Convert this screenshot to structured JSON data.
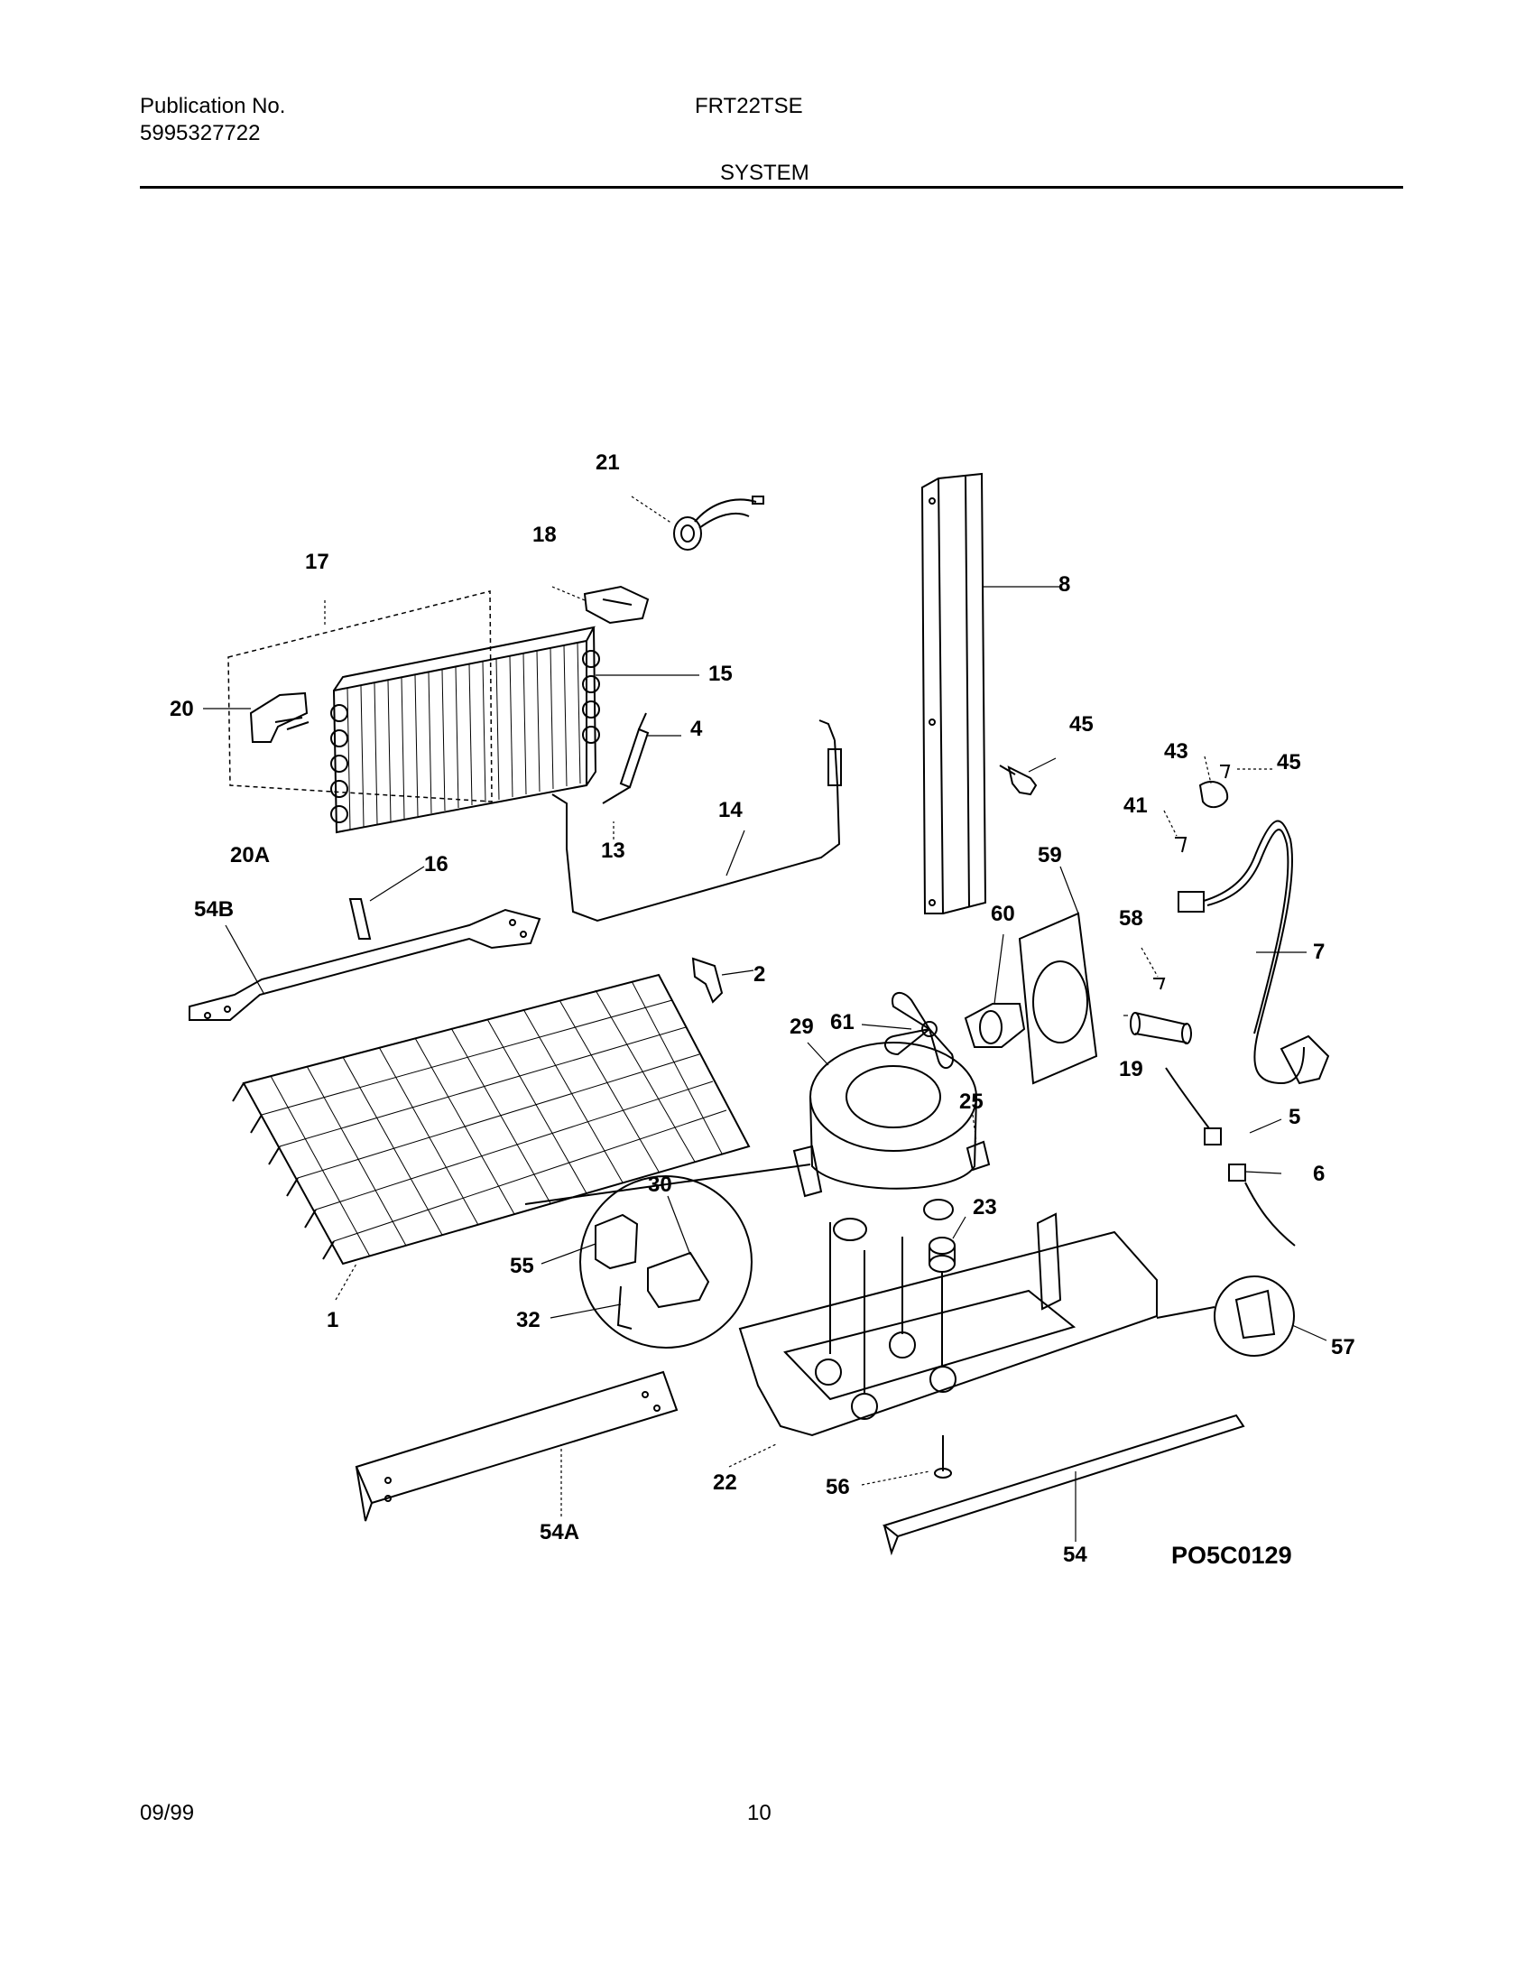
{
  "header": {
    "publication_label": "Publication No.",
    "publication_number": "5995327722",
    "model": "FRT22TSE",
    "section": "SYSTEM"
  },
  "diagram": {
    "reference_code": "PO5C0129",
    "callouts": {
      "c1": "1",
      "c2": "2",
      "c4": "4",
      "c5": "5",
      "c6": "6",
      "c7": "7",
      "c8": "8",
      "c13": "13",
      "c14": "14",
      "c15": "15",
      "c16": "16",
      "c17": "17",
      "c18": "18",
      "c19": "19",
      "c20": "20",
      "c20a": "20A",
      "c21": "21",
      "c22": "22",
      "c23": "23",
      "c25": "25",
      "c29": "29",
      "c30": "30",
      "c32": "32",
      "c41": "41",
      "c43": "43",
      "c45a": "45",
      "c45b": "45",
      "c54": "54",
      "c54a": "54A",
      "c54b": "54B",
      "c55": "55",
      "c56": "56",
      "c57": "57",
      "c58": "58",
      "c59": "59",
      "c60": "60",
      "c61": "61"
    }
  },
  "footer": {
    "date": "09/99",
    "page": "10"
  }
}
